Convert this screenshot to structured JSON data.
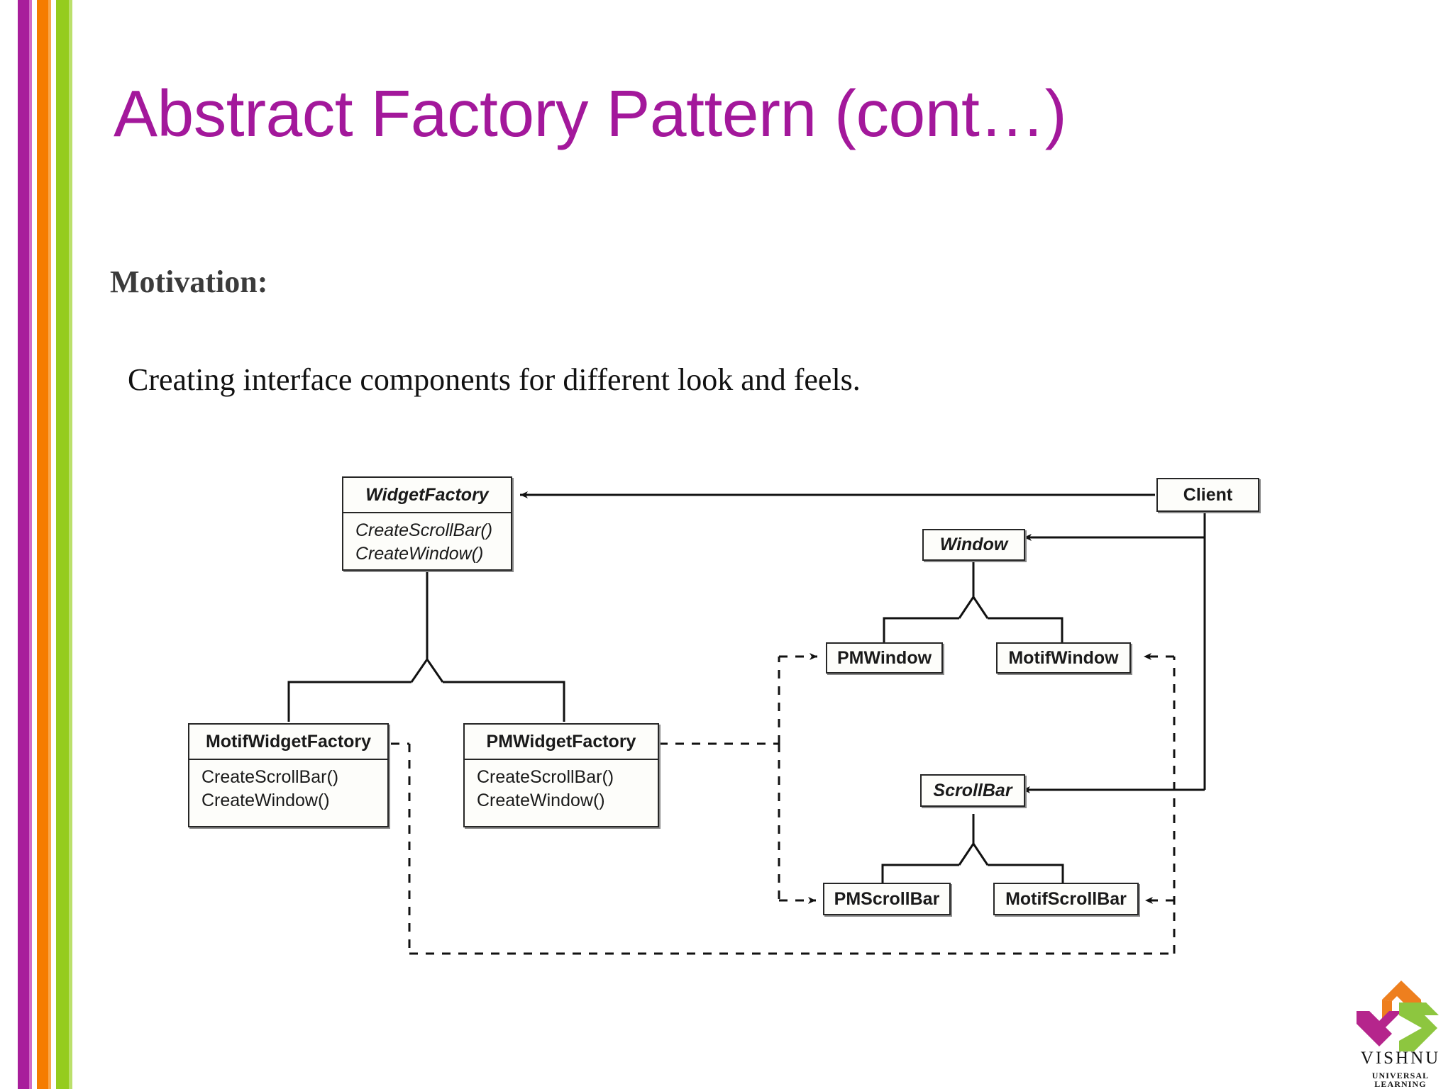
{
  "slide": {
    "title": "Abstract Factory Pattern (cont…)",
    "title_color": "#A3189B",
    "heading": "Motivation:",
    "body": "Creating interface components for different look and feels.",
    "background": "#FFFFFF"
  },
  "accent_stripes": [
    {
      "name": "purple",
      "color": "#A81E9B"
    },
    {
      "name": "purple-light",
      "color": "#D36BC6"
    },
    {
      "name": "orange",
      "color": "#F57C00"
    },
    {
      "name": "orange-light",
      "color": "#F9A64A"
    },
    {
      "name": "green",
      "color": "#95CC1E"
    },
    {
      "name": "green-light",
      "color": "#BBE06B"
    }
  ],
  "diagram": {
    "type": "uml-class-diagram",
    "classes": [
      {
        "id": "widget-factory",
        "name": "WidgetFactory",
        "abstract": true,
        "operations": [
          "CreateScrollBar()",
          "CreateWindow()"
        ]
      },
      {
        "id": "client",
        "name": "Client",
        "abstract": false,
        "operations": []
      },
      {
        "id": "window",
        "name": "Window",
        "abstract": true,
        "operations": []
      },
      {
        "id": "pm-window",
        "name": "PMWindow",
        "abstract": false,
        "operations": []
      },
      {
        "id": "motif-window",
        "name": "MotifWindow",
        "abstract": false,
        "operations": []
      },
      {
        "id": "motif-widget-factory",
        "name": "MotifWidgetFactory",
        "abstract": false,
        "operations": [
          "CreateScrollBar()",
          "CreateWindow()"
        ]
      },
      {
        "id": "pm-widget-factory",
        "name": "PMWidgetFactory",
        "abstract": false,
        "operations": [
          "CreateScrollBar()",
          "CreateWindow()"
        ]
      },
      {
        "id": "scroll-bar",
        "name": "ScrollBar",
        "abstract": true,
        "operations": []
      },
      {
        "id": "pm-scroll-bar",
        "name": "PMScrollBar",
        "abstract": false,
        "operations": []
      },
      {
        "id": "motif-scroll-bar",
        "name": "MotifScrollBar",
        "abstract": false,
        "operations": []
      }
    ],
    "relations": [
      {
        "from": "client",
        "to": "widget-factory",
        "kind": "association"
      },
      {
        "from": "client",
        "to": "window",
        "kind": "association"
      },
      {
        "from": "client",
        "to": "scroll-bar",
        "kind": "association"
      },
      {
        "from": "widget-factory",
        "to": "motif-widget-factory",
        "kind": "generalization"
      },
      {
        "from": "widget-factory",
        "to": "pm-widget-factory",
        "kind": "generalization"
      },
      {
        "from": "window",
        "to": "pm-window",
        "kind": "generalization"
      },
      {
        "from": "window",
        "to": "motif-window",
        "kind": "generalization"
      },
      {
        "from": "scroll-bar",
        "to": "pm-scroll-bar",
        "kind": "generalization"
      },
      {
        "from": "scroll-bar",
        "to": "motif-scroll-bar",
        "kind": "generalization"
      },
      {
        "from": "pm-widget-factory",
        "to": "pm-window",
        "kind": "dependency"
      },
      {
        "from": "pm-widget-factory",
        "to": "pm-scroll-bar",
        "kind": "dependency"
      },
      {
        "from": "motif-widget-factory",
        "to": "motif-window",
        "kind": "dependency"
      },
      {
        "from": "motif-widget-factory",
        "to": "motif-scroll-bar",
        "kind": "dependency"
      }
    ]
  },
  "logo": {
    "name": "VISHNU",
    "tagline": "UNIVERSAL LEARNING",
    "colors": {
      "orange": "#EE7F1E",
      "green": "#8DC63F",
      "magenta": "#B5258C"
    }
  }
}
